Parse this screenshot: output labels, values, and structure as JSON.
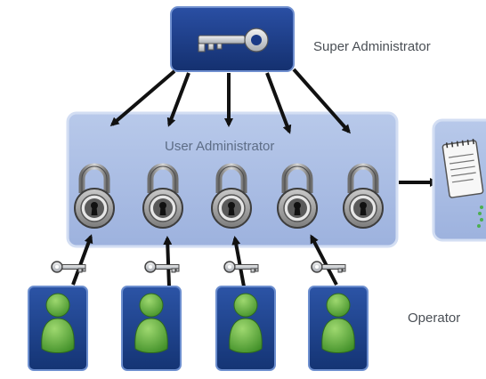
{
  "labels": {
    "super_administrator": "Super Administrator",
    "user_administrator": "User Administrator",
    "operator": "Operator"
  },
  "diagram": {
    "lock_count": 5,
    "operator_count": 4
  },
  "colors": {
    "panel_fill": "#a9bde3",
    "panel_stroke": "#c8d6f0",
    "super_box": "#1a3a86",
    "operator_tile": "#1b3f8f",
    "person_green": "#5fae3b",
    "lock_body": "#9a9a9a",
    "key_silver": "#c9cdd2",
    "arrow": "#111111"
  }
}
